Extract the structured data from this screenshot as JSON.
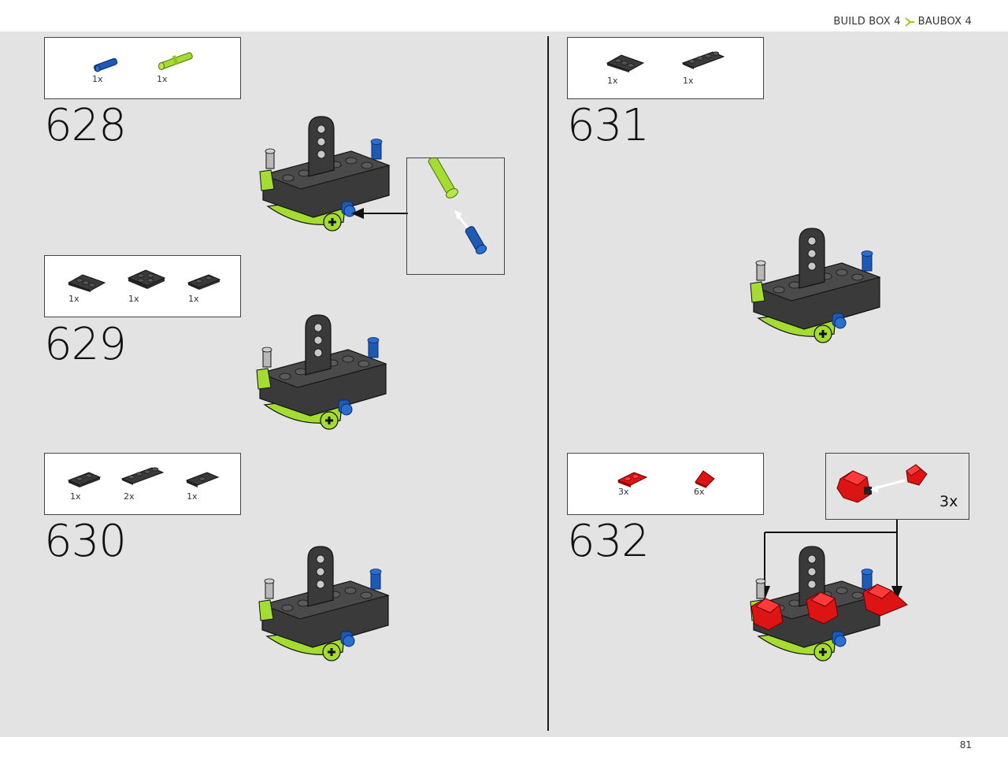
{
  "header": {
    "breadcrumb_left": "BUILD BOX 4",
    "breadcrumb_right": "BAUBOX 4",
    "accent_color": "#9ccc1c"
  },
  "footer": {
    "page_number": "81"
  },
  "colors": {
    "page_background": "#e3e3e3",
    "brick_dark": "#3a3a3a",
    "lime": "#a5dc32",
    "blue": "#1e5ab4",
    "red": "#dc1414",
    "light_grey": "#c8c8c8"
  },
  "steps": [
    {
      "number": "628",
      "parts": [
        {
          "icon": "blue-pin-icon",
          "qty": "1x"
        },
        {
          "icon": "lime-axle-pin-icon",
          "qty": "1x"
        }
      ]
    },
    {
      "number": "629",
      "parts": [
        {
          "icon": "dark-corner-plate-icon",
          "qty": "1x"
        },
        {
          "icon": "dark-plate-2x2-icon",
          "qty": "1x"
        },
        {
          "icon": "dark-plate-1x2-icon",
          "qty": "1x"
        }
      ]
    },
    {
      "number": "630",
      "parts": [
        {
          "icon": "dark-plate-1x2-icon",
          "qty": "1x"
        },
        {
          "icon": "dark-plate-1x4-icon",
          "qty": "2x"
        },
        {
          "icon": "dark-jumper-plate-icon",
          "qty": "1x"
        }
      ]
    },
    {
      "number": "631",
      "parts": [
        {
          "icon": "dark-corner-plate-icon",
          "qty": "1x"
        },
        {
          "icon": "dark-plate-1x4-icon",
          "qty": "1x"
        }
      ]
    },
    {
      "number": "632",
      "parts": [
        {
          "icon": "red-hinge-plate-icon",
          "qty": "3x"
        },
        {
          "icon": "red-slope-icon",
          "qty": "6x"
        }
      ],
      "callout_qty": "3x"
    }
  ]
}
